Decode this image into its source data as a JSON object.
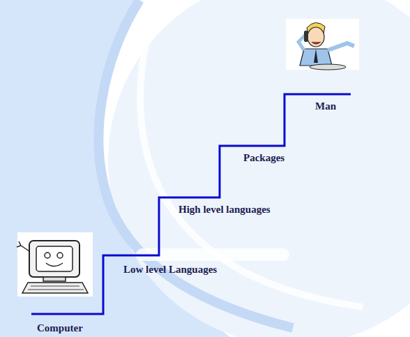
{
  "diagram": {
    "labels": [
      "Computer",
      "Low level Languages",
      "High level languages",
      "Packages",
      "Man"
    ]
  }
}
